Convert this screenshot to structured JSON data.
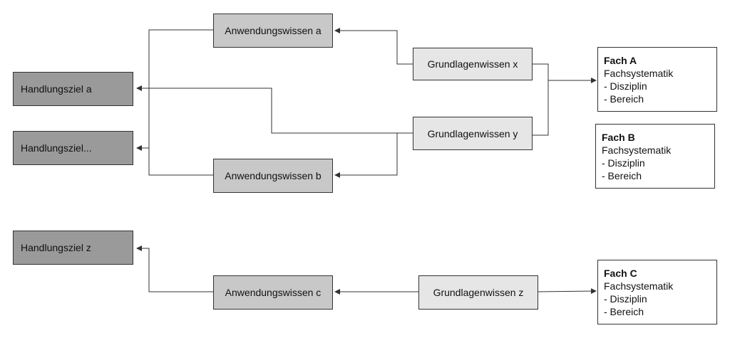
{
  "goals": [
    {
      "id": "goal-a",
      "label": "Handlungsziel a"
    },
    {
      "id": "goal-etc",
      "label": "Handlungsziel..."
    },
    {
      "id": "goal-z",
      "label": "Handlungsziel z"
    }
  ],
  "application_knowledge": [
    {
      "id": "app-a",
      "label": "Anwendungswissen a"
    },
    {
      "id": "app-b",
      "label": "Anwendungswissen b"
    },
    {
      "id": "app-c",
      "label": "Anwendungswissen c"
    }
  ],
  "basic_knowledge": [
    {
      "id": "base-x",
      "label": "Grundlagenwissen x"
    },
    {
      "id": "base-y",
      "label": "Grundlagenwissen y"
    },
    {
      "id": "base-z",
      "label": "Grundlagenwissen z"
    }
  ],
  "subjects": [
    {
      "id": "subject-a",
      "title": "Fach A",
      "lines": [
        "Fachsystematik",
        "- Disziplin",
        "- Bereich"
      ]
    },
    {
      "id": "subject-b",
      "title": "Fach B",
      "lines": [
        "Fachsystematik",
        "- Disziplin",
        "- Bereich"
      ]
    },
    {
      "id": "subject-c",
      "title": "Fach C",
      "lines": [
        "Fachsystematik",
        "- Disziplin",
        "- Bereich"
      ]
    }
  ],
  "colors": {
    "goal_fill": "#9a9a9a",
    "application_fill": "#c8c8c8",
    "basic_fill": "#e6e6e6",
    "subject_fill": "#ffffff",
    "line": "#333333"
  }
}
